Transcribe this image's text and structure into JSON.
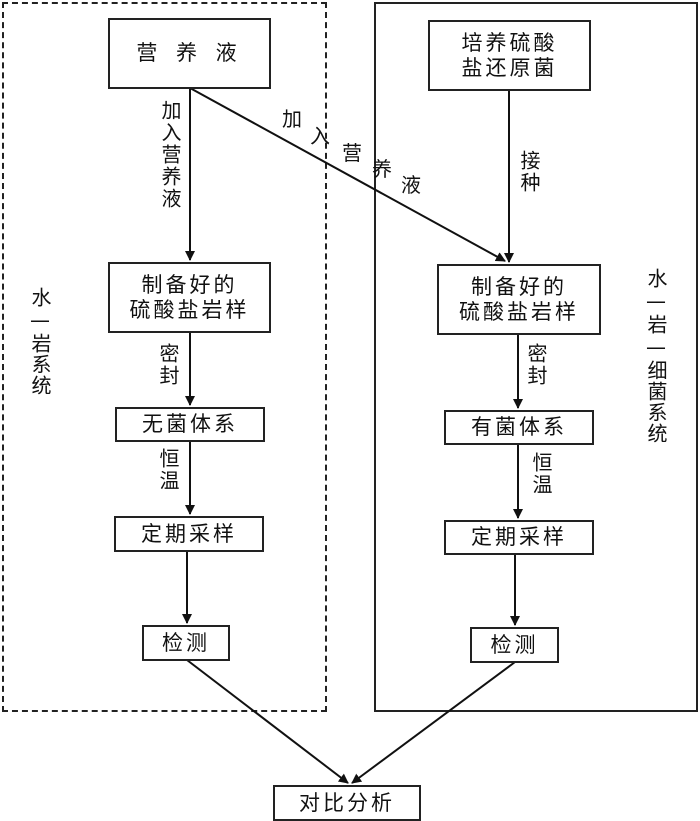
{
  "diagram": {
    "groups": {
      "water_rock": {
        "label": "水—岩系统",
        "chars": [
          "水",
          "岩系统"
        ]
      },
      "water_rock_bacteria": {
        "label": "水—岩—细菌系统",
        "chars": [
          "水",
          "岩",
          "细菌系统"
        ]
      }
    },
    "nodes": {
      "nutrient": "营 养 液",
      "culture": "培养硫酸\n盐还原菌",
      "sample_left": "制备好的\n硫酸盐岩样",
      "sample_right": "制备好的\n硫酸盐岩样",
      "sterile": "无菌体系",
      "bacterial": "有菌体系",
      "sampling_left": "定期采样",
      "sampling_right": "定期采样",
      "detect_left": "检测",
      "detect_right": "检测",
      "compare": "对比分析"
    },
    "edge_labels": {
      "add_nutrient_left": "加入营养液",
      "add_nutrient_diag": [
        "加",
        "入",
        "营",
        "养",
        "液"
      ],
      "inoculate": "接种",
      "seal_left": "密封",
      "seal_right": "密封",
      "incubate_left": "恒温",
      "incubate_right": "恒温"
    },
    "colors": {
      "line": "#111111",
      "background": "#ffffff"
    }
  }
}
